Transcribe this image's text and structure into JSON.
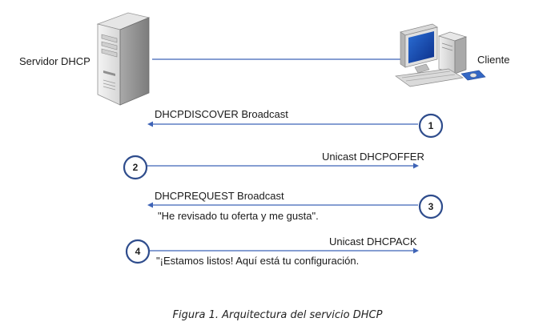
{
  "server": {
    "label": "Servidor DHCP",
    "icon": "server-tower-icon"
  },
  "client": {
    "label": "Cliente",
    "icon": "desktop-computer-icon"
  },
  "messages": [
    {
      "step": "1",
      "title": "DHCPDISCOVER Broadcast",
      "detail": "",
      "direction": "client-to-server"
    },
    {
      "step": "2",
      "title": "Unicast DHCPOFFER",
      "detail": "",
      "direction": "server-to-client"
    },
    {
      "step": "3",
      "title": "DHCPREQUEST Broadcast",
      "detail": "\"He revisado tu oferta y me gusta\".",
      "direction": "client-to-server"
    },
    {
      "step": "4",
      "title": "Unicast DHCPACK",
      "detail": "\"¡Estamos listos! Aquí está tu configuración.",
      "direction": "server-to-client"
    }
  ],
  "caption": "Figura 1. Arquitectura del servicio DHCP",
  "colors": {
    "arrow": "#3e63b6",
    "circle_stroke": "#2e4c8c",
    "link_line": "#3e63b6"
  }
}
